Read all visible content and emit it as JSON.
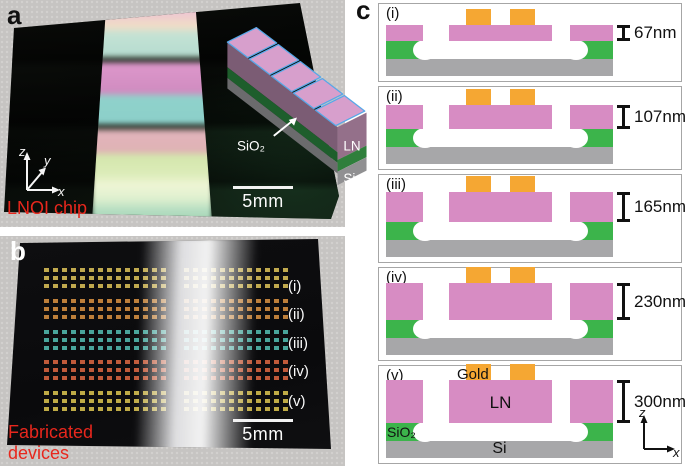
{
  "colors": {
    "ln": "#d78cc3",
    "sio2": "#3cb44b",
    "si": "#a7a7a9",
    "gold": "#f5a733",
    "outline": "#56a8e8",
    "caption_red": "#e8271d"
  },
  "panels": {
    "a": {
      "label": "a",
      "caption": "LNOI chip",
      "scale_bar": "5mm",
      "axes": {
        "z": "z",
        "y": "y",
        "x": "x"
      },
      "inset": {
        "ln": "LN",
        "si": "Si",
        "sio2": "SiO₂"
      }
    },
    "b": {
      "label": "b",
      "caption_line1": "Fabricated",
      "caption_line2": "devices",
      "scale_bar": "5mm",
      "row_labels": [
        "(i)",
        "(ii)",
        "(iii)",
        "(iv)",
        "(v)"
      ]
    },
    "c": {
      "label": "c",
      "cross_sections": [
        {
          "tag": "(i)",
          "thickness": "67nm"
        },
        {
          "tag": "(ii)",
          "thickness": "107nm"
        },
        {
          "tag": "(iii)",
          "thickness": "165nm"
        },
        {
          "tag": "(iv)",
          "thickness": "230nm"
        },
        {
          "tag": "(v)",
          "thickness": "300nm",
          "materials": {
            "gold": "Gold",
            "ln": "LN",
            "sio2": "SiO₂",
            "si": "Si"
          },
          "axes": {
            "z": "z",
            "x": "x"
          }
        }
      ]
    }
  }
}
